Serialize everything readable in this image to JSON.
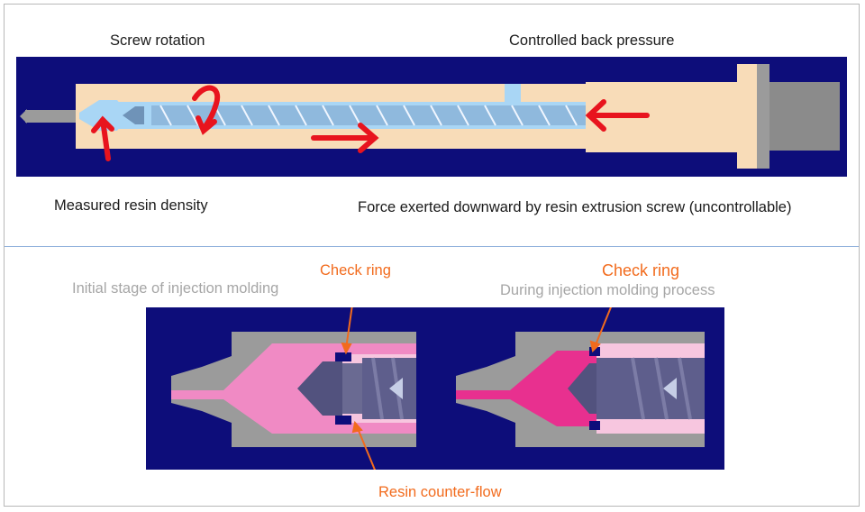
{
  "top": {
    "screw_rotation": "Screw rotation",
    "controlled_back_pressure": "Controlled back pressure",
    "measured_resin_density": "Measured resin density",
    "force_exerted": "Force exerted downward by resin extrusion screw (uncontrollable)"
  },
  "bottom": {
    "initial_stage": "Initial stage of injection molding",
    "during_process": "During injection molding process",
    "check_ring_left": "Check ring",
    "check_ring_right": "Check ring",
    "resin_counter_flow": "Resin counter-flow"
  },
  "colors": {
    "background_panel": "#0d0d7a",
    "barrel": "#f8dcb8",
    "resin_light": "#a9d6f5",
    "arrow_red": "#e8141e",
    "resin_pink": "#f08ac4",
    "resin_magenta": "#e8308f",
    "screw_gray": "#8a8aa8",
    "label_orange": "#f26b1d"
  }
}
